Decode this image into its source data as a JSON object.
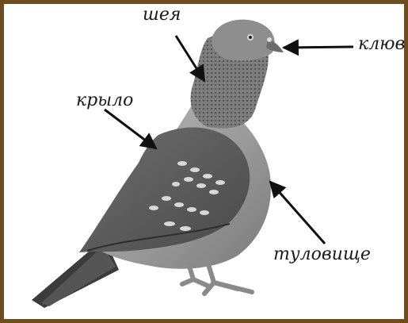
{
  "diagram": {
    "labels": {
      "neck": "шея",
      "beak": "клюв",
      "wing": "крыло",
      "body": "туловище"
    }
  }
}
